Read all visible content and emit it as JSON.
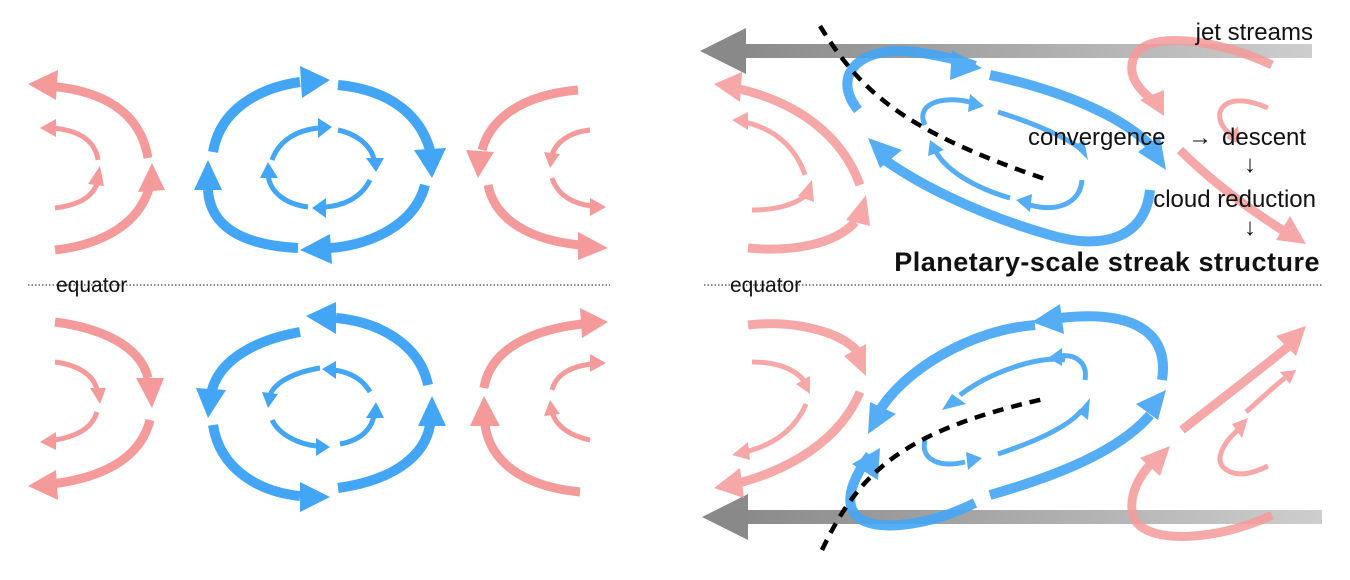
{
  "labels": {
    "equator_left": "equator",
    "equator_right": "equator",
    "jet_streams": "jet streams",
    "convergence": "convergence",
    "arrow_right": "→",
    "descent": "descent",
    "down_arrow_1": "↓",
    "cloud_reduction": "cloud reduction",
    "down_arrow_2": "↓",
    "title": "Planetary-scale streak structure"
  },
  "colors": {
    "anticyclone": "#f59a9a",
    "cyclone": "#42a5f5",
    "jet": "#9e9e9e",
    "trough": "#000000"
  },
  "icons": [
    "curved-arrow-icon",
    "jet-arrow-icon"
  ]
}
